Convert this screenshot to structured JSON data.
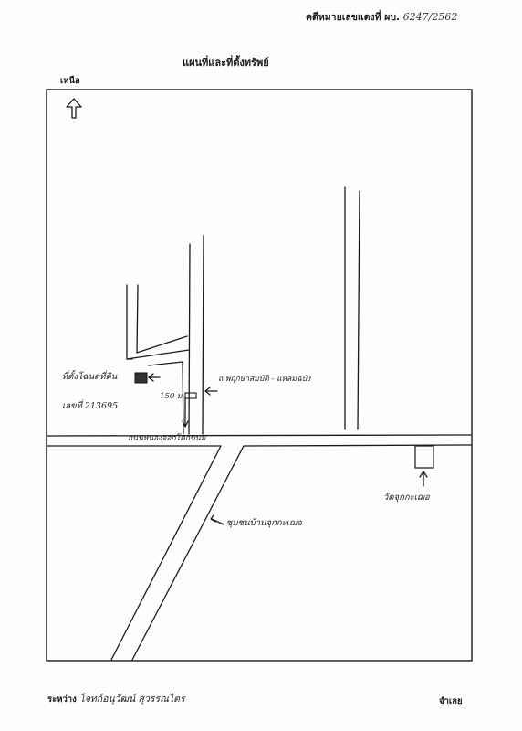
{
  "header": {
    "case_label": "คดีหมายเลขแดงที่ ผบ.",
    "case_number": "6247/2562",
    "title": "แผนที่และที่ตั้งทรัพย์",
    "north_label": "เหนือ"
  },
  "map": {
    "property_label": "ที่ตั้งโฉนดที่ดิน",
    "deed_number": "เลขที่ 213695",
    "distance_label": "150 ม.",
    "side_road_label": "ถ.พฤกษาสมบัติ - แหลมฉบัง",
    "main_road_label": "ถนนหนองจอกโคกขนม",
    "community_label": "ชุมชนบ้านจุกกะเฌอ",
    "temple_label": "วัดจุกกะเฌอ"
  },
  "footer": {
    "between_label": "ระหว่าง",
    "parties_text": "โจทก์อนุวัฒน์ สุวรรณไตร",
    "defendant_label": "จำเลย"
  }
}
